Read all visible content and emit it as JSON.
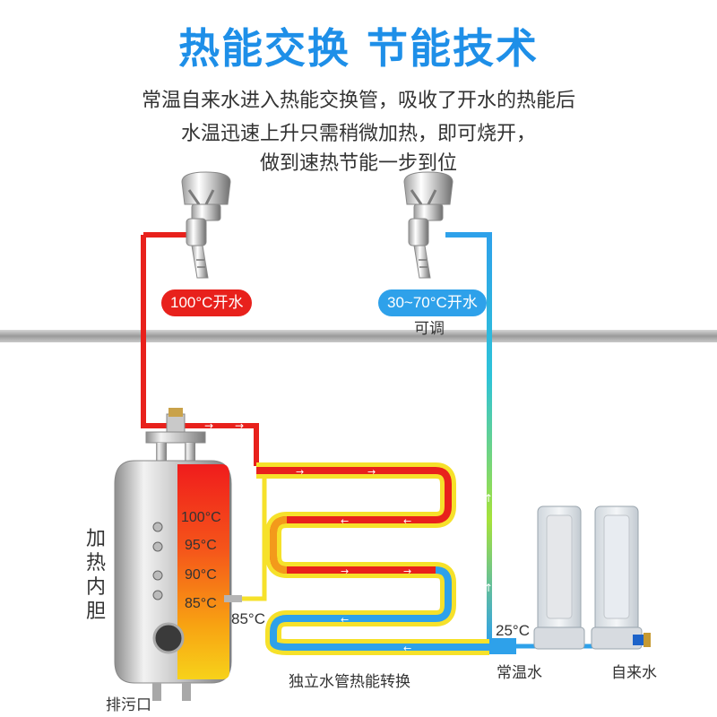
{
  "title": "热能交换 节能技术",
  "description_lines": [
    "常温自来水进入热能交换管，吸收了开水的热能后",
    "水温迅速上升只需稍微加热，即可烧开，",
    "做到速热节能一步到位"
  ],
  "faucet_left": {
    "badge": "100°C开水"
  },
  "faucet_right": {
    "badge": "30~70°C开水",
    "sub_label": "可调"
  },
  "tank": {
    "label": "加热内胆",
    "temperatures": [
      "100°C",
      "95°C",
      "90°C",
      "85°C"
    ],
    "outlet_temp": "85°C",
    "drain_label": "排污口"
  },
  "pipe": {
    "label": "独立水管热能转换"
  },
  "inlet": {
    "temp": "25°C",
    "label": "常温水"
  },
  "filter": {
    "label": "自来水"
  },
  "colors": {
    "title": "#1e8fe8",
    "hot": "#e8211c",
    "warm": "#2ea1ea"
  },
  "icons": [
    "hot-water-faucet-icon",
    "warm-water-faucet-icon",
    "water-heater-tank-icon",
    "water-filter-icon"
  ]
}
